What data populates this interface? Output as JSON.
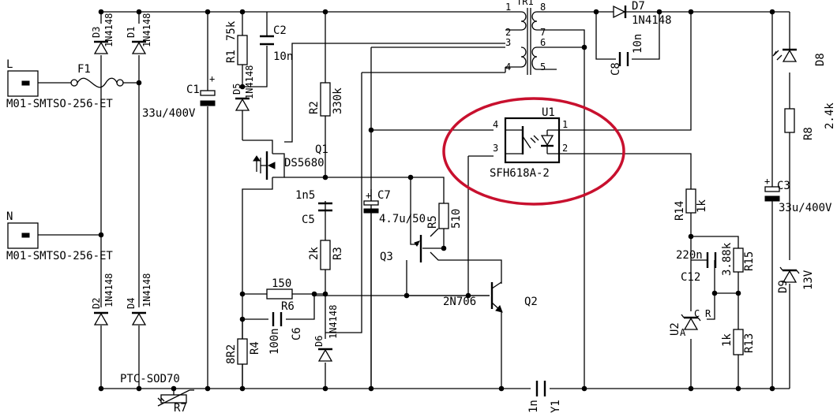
{
  "terminals": {
    "L": {
      "letter": "L",
      "part": "M01-SMTSO-256-ET"
    },
    "N": {
      "letter": "N",
      "part": "M01-SMTSO-256-ET"
    }
  },
  "components": {
    "F1": "F1",
    "D1": {
      "ref": "D1",
      "value": "1N4148"
    },
    "D2": {
      "ref": "D2",
      "value": "1N4148"
    },
    "D3": {
      "ref": "D3",
      "value": "1N4148"
    },
    "D4": {
      "ref": "D4",
      "value": "1N4148"
    },
    "D5": {
      "ref": "D5",
      "value": "1N4148"
    },
    "D6": {
      "ref": "D6",
      "value": "1N4148"
    },
    "D7": {
      "ref": "D7",
      "value": "1N4148"
    },
    "D8": {
      "ref": "D8"
    },
    "D9": {
      "ref": "D9",
      "value": "13V"
    },
    "C1": {
      "ref": "C1",
      "value": "33u/400V"
    },
    "C2": {
      "ref": "C2",
      "value": "10n"
    },
    "C3": {
      "ref": "C3",
      "value": "33u/400V"
    },
    "C5": {
      "ref": "C5",
      "value": "1n5"
    },
    "C6": {
      "ref": "C6",
      "value": "100n"
    },
    "C7": {
      "ref": "C7",
      "value": "4.7u/50"
    },
    "C8": {
      "ref": "C8",
      "value": "10n"
    },
    "C12": {
      "ref": "C12",
      "value": "220n"
    },
    "R1": {
      "ref": "R1",
      "value": "75k"
    },
    "R2": {
      "ref": "R2",
      "value": "330k"
    },
    "R3": {
      "ref": "R3",
      "value": "2k"
    },
    "R4": {
      "ref": "R4",
      "value": "8R2"
    },
    "R5": {
      "ref": "R5",
      "value": "510"
    },
    "R6": {
      "ref": "R6",
      "value": "150"
    },
    "R7": {
      "ref": "R7",
      "value": "PTC-SOD70"
    },
    "R8": {
      "ref": "R8",
      "value": "2.4k"
    },
    "R13": {
      "ref": "R13",
      "value": "1k"
    },
    "R14": {
      "ref": "R14",
      "value": "1k"
    },
    "R15": {
      "ref": "R15",
      "value": "3.88k"
    },
    "Q1": {
      "ref": "Q1",
      "value": "DS5680"
    },
    "Q2": {
      "ref": "Q2",
      "value": "2N706"
    },
    "Q3": {
      "ref": "Q3"
    },
    "U1": {
      "ref": "U1",
      "value": "SFH618A-2"
    },
    "U2": {
      "ref": "U2",
      "pin_a": "A",
      "pin_c": "C",
      "pin_r": "R"
    },
    "TR1": {
      "ref": "TR1",
      "pins": [
        "1",
        "2",
        "3",
        "4",
        "5",
        "6",
        "7",
        "8"
      ]
    },
    "Y1": {
      "ref": "Y1",
      "value": "1n"
    },
    "U1_pins": [
      "1",
      "2",
      "3",
      "4"
    ]
  },
  "colors": {
    "wire": "#000000",
    "highlight": "#c8102e",
    "background": "#ffffff"
  }
}
